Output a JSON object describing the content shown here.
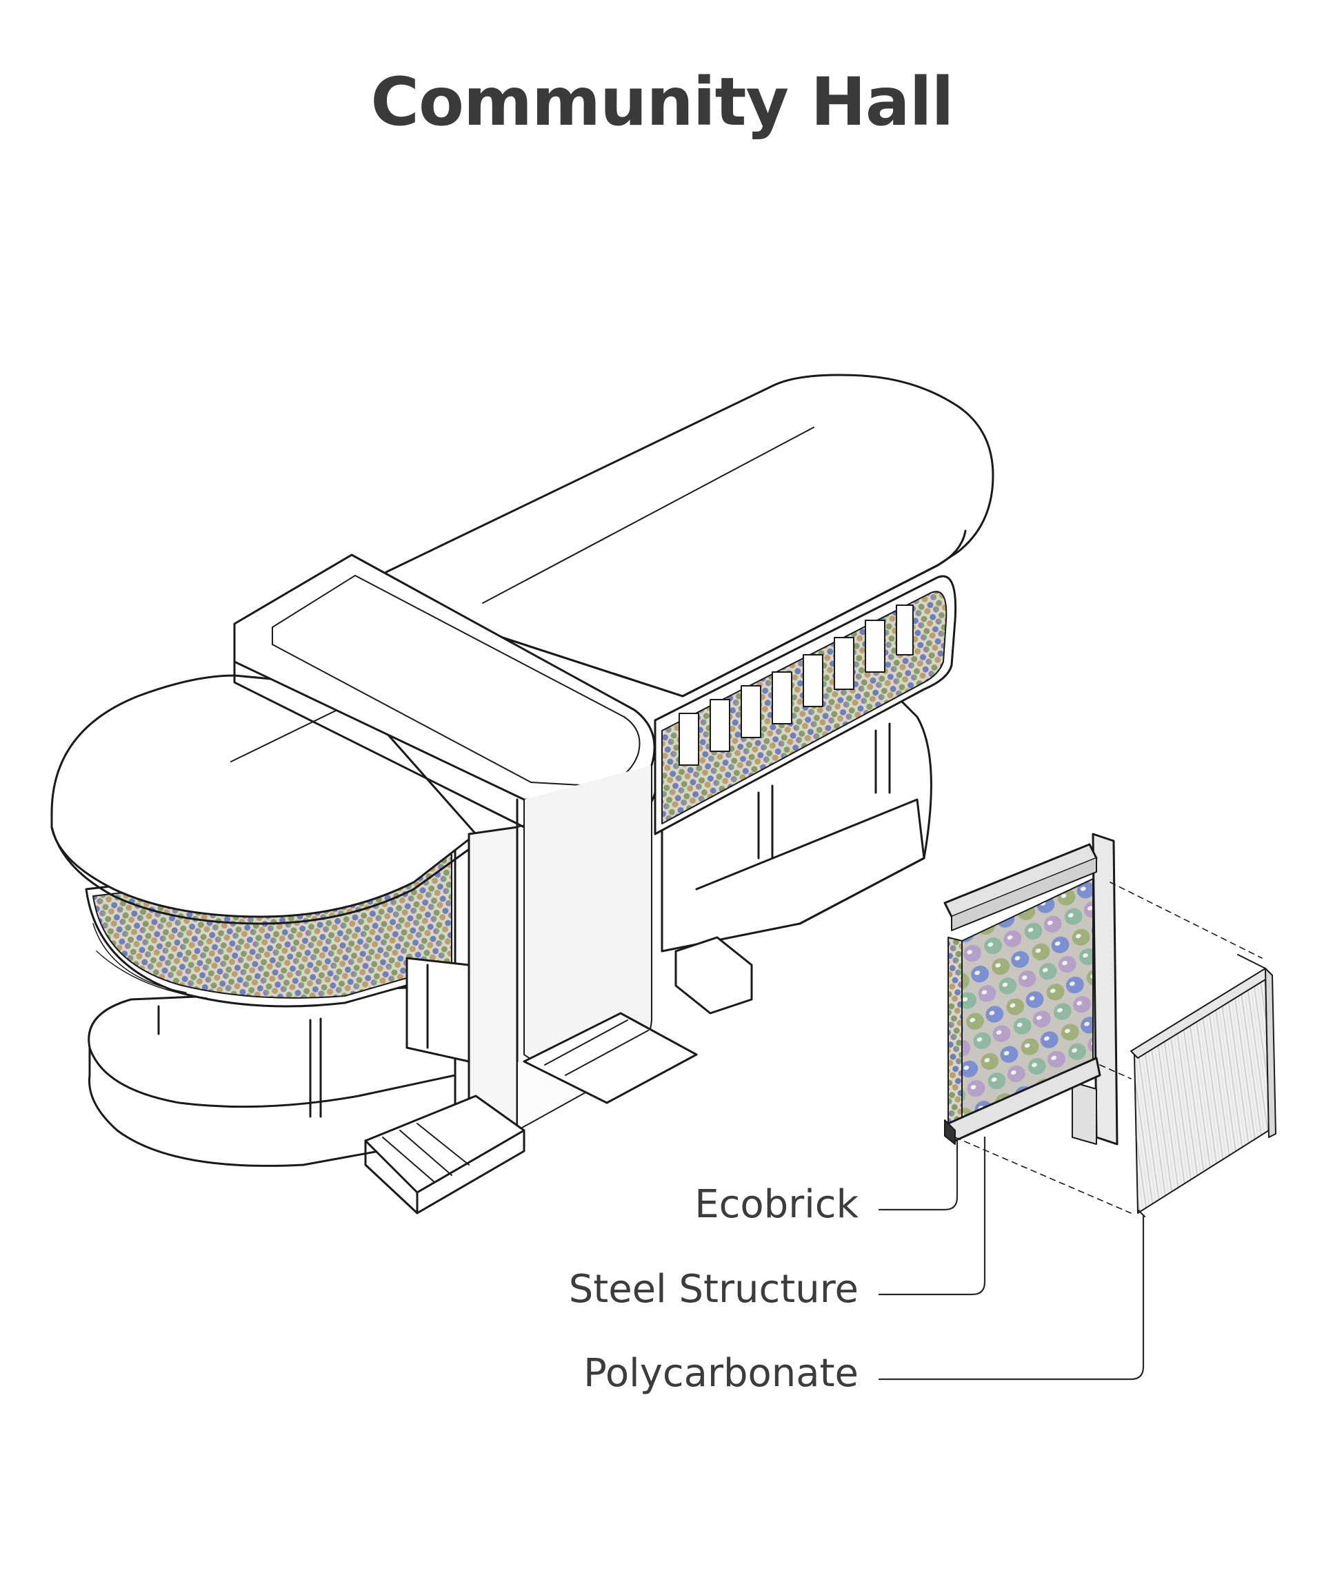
{
  "title": "Community Hall",
  "callouts": [
    {
      "label": "Ecobrick"
    },
    {
      "label": "Steel Structure"
    },
    {
      "label": "Polycarbonate"
    }
  ],
  "colors": {
    "line": "#1a1a1a",
    "text": "#3a3a3a",
    "ecobrick_dots": [
      "#8a9a6a",
      "#6f7fb8",
      "#b8a070",
      "#7aa87a",
      "#9a7fb0",
      "#c0b890"
    ]
  }
}
